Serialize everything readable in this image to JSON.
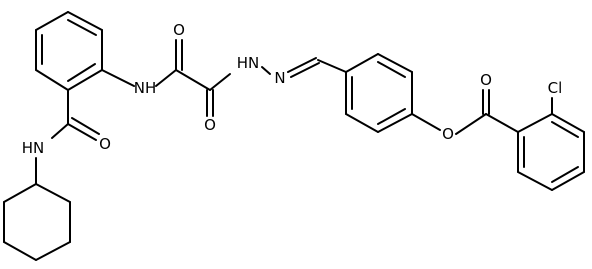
{
  "colors": {
    "background": "#ffffff",
    "bond": "#000000",
    "label": "#000000"
  },
  "atoms": [
    {
      "id": "nh-amide-top",
      "text": "NH"
    },
    {
      "id": "o-oxalyl-top",
      "text": "O"
    },
    {
      "id": "nh-hydrazide",
      "text": "HN"
    },
    {
      "id": "o-oxalyl-bottom",
      "text": "O"
    },
    {
      "id": "n-imine",
      "text": "N"
    },
    {
      "id": "o-benzamide",
      "text": "O"
    },
    {
      "id": "nh-benzamide",
      "text": "HN"
    },
    {
      "id": "o-ester-link",
      "text": "O"
    },
    {
      "id": "o-ester-carbonyl",
      "text": "O"
    },
    {
      "id": "cl-substituent",
      "text": "Cl"
    }
  ]
}
